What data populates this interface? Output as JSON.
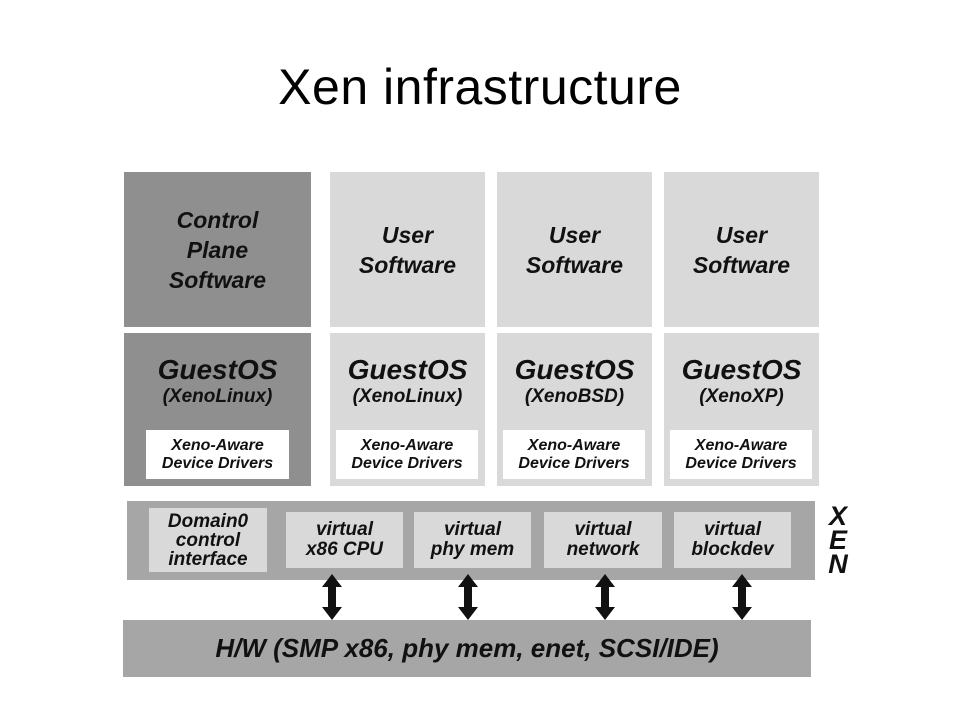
{
  "title": "Xen infrastructure",
  "domains": [
    {
      "software": "Control\nPlane\nSoftware",
      "guestos": "GuestOS",
      "guestos_variant": "(XenoLinux)",
      "drivers": "Xeno-Aware\nDevice Drivers",
      "style": "dark"
    },
    {
      "software": "User\nSoftware",
      "guestos": "GuestOS",
      "guestos_variant": "(XenoLinux)",
      "drivers": "Xeno-Aware\nDevice Drivers",
      "style": "light"
    },
    {
      "software": "User\nSoftware",
      "guestos": "GuestOS",
      "guestos_variant": "(XenoBSD)",
      "drivers": "Xeno-Aware\nDevice Drivers",
      "style": "light"
    },
    {
      "software": "User\nSoftware",
      "guestos": "GuestOS",
      "guestos_variant": "(XenoXP)",
      "drivers": "Xeno-Aware\nDevice Drivers",
      "style": "light"
    }
  ],
  "xen": {
    "label": "X\nE\nN",
    "components": [
      "Domain0\ncontrol\ninterface",
      "virtual\nx86 CPU",
      "virtual\nphy mem",
      "virtual\nnetwork",
      "virtual\nblockdev"
    ]
  },
  "hardware": "H/W (SMP x86, phy mem, enet, SCSI/IDE)",
  "colors": {
    "dark_domain": "#8f8f8f",
    "light_domain": "#d9d9d9",
    "xen_layer": "#a6a6a6",
    "hardware_layer": "#a6a6a6"
  }
}
